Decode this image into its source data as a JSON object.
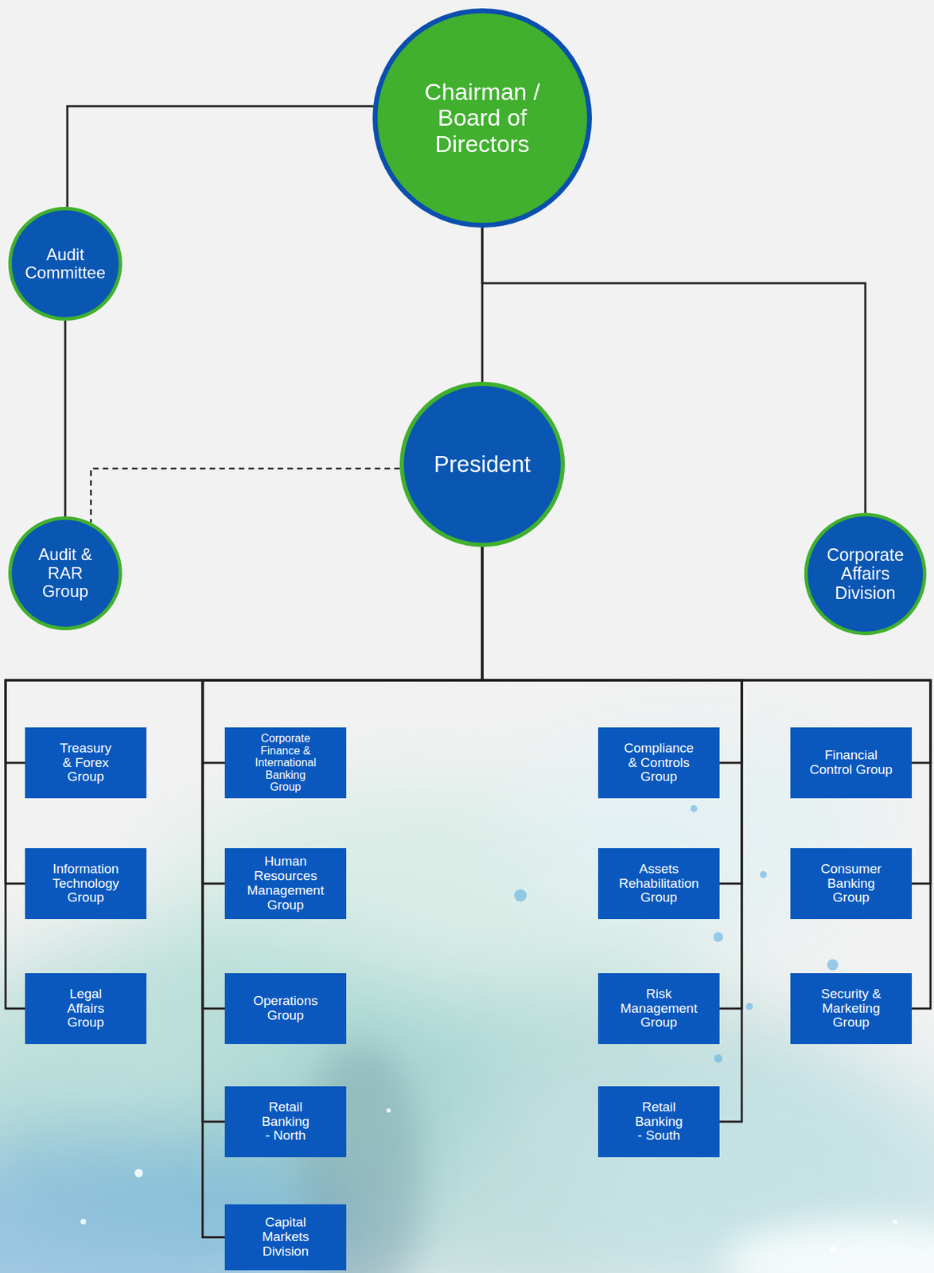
{
  "diagram": {
    "nodes": [
      {
        "text": [
          "Chairman / Board of Directors"
        ]
      },
      {
        "text": [
          "Audit Committee"
        ]
      },
      {
        "text": [
          "President"
        ]
      },
      {
        "text": [
          "Audit & RAR Group"
        ]
      },
      {
        "text": [
          "Corporate Affairs Division"
        ]
      },
      {
        "text": [
          "Treasury & Forex Group"
        ]
      },
      {
        "text": [
          "Corporate Finance & International Banking Group"
        ]
      },
      {
        "text": [
          "Compliance & Controls Group"
        ]
      },
      {
        "text": [
          "Financial Control Group"
        ]
      },
      {
        "text": [
          "Information Technology Group"
        ]
      },
      {
        "text": [
          "Human Resources Management Group"
        ]
      },
      {
        "text": [
          "Assets Rehabilitation Group"
        ]
      },
      {
        "text": [
          "Consumer Banking Group"
        ]
      },
      {
        "text": [
          "Legal Affairs Group"
        ]
      },
      {
        "text": [
          "Operations Group"
        ]
      },
      {
        "text": [
          "Risk Management Group"
        ]
      },
      {
        "text": [
          "Security & Marketing Group"
        ]
      },
      {
        "text": [
          "Retail Banking - North"
        ]
      },
      {
        "text": [
          "Retail Banking - South"
        ]
      },
      {
        "text": [
          "Capital Markets Division"
        ]
      }
    ],
    "edges": [
      {
        "from": 0,
        "to": 1,
        "arrow": "none"
      },
      {
        "from": 1,
        "to": 3,
        "arrow": "none"
      },
      {
        "from": 0,
        "to": 2,
        "arrow": "none"
      },
      {
        "from": 0,
        "to": 4,
        "arrow": "none"
      },
      {
        "from": 2,
        "to": 3,
        "arrow": "none"
      },
      {
        "from": 2,
        "to": 5,
        "arrow": "none"
      },
      {
        "from": 2,
        "to": 6,
        "arrow": "none"
      },
      {
        "from": 2,
        "to": 7,
        "arrow": "none"
      },
      {
        "from": 2,
        "to": 8,
        "arrow": "none"
      },
      {
        "from": 2,
        "to": 9,
        "arrow": "none"
      },
      {
        "from": 2,
        "to": 10,
        "arrow": "none"
      },
      {
        "from": 2,
        "to": 11,
        "arrow": "none"
      },
      {
        "from": 2,
        "to": 12,
        "arrow": "none"
      },
      {
        "from": 2,
        "to": 13,
        "arrow": "none"
      },
      {
        "from": 2,
        "to": 14,
        "arrow": "none"
      },
      {
        "from": 2,
        "to": 15,
        "arrow": "none"
      },
      {
        "from": 2,
        "to": 16,
        "arrow": "none"
      },
      {
        "from": 2,
        "to": 17,
        "arrow": "none"
      },
      {
        "from": 2,
        "to": 18,
        "arrow": "none"
      },
      {
        "from": 2,
        "to": 19,
        "arrow": "none"
      }
    ]
  }
}
